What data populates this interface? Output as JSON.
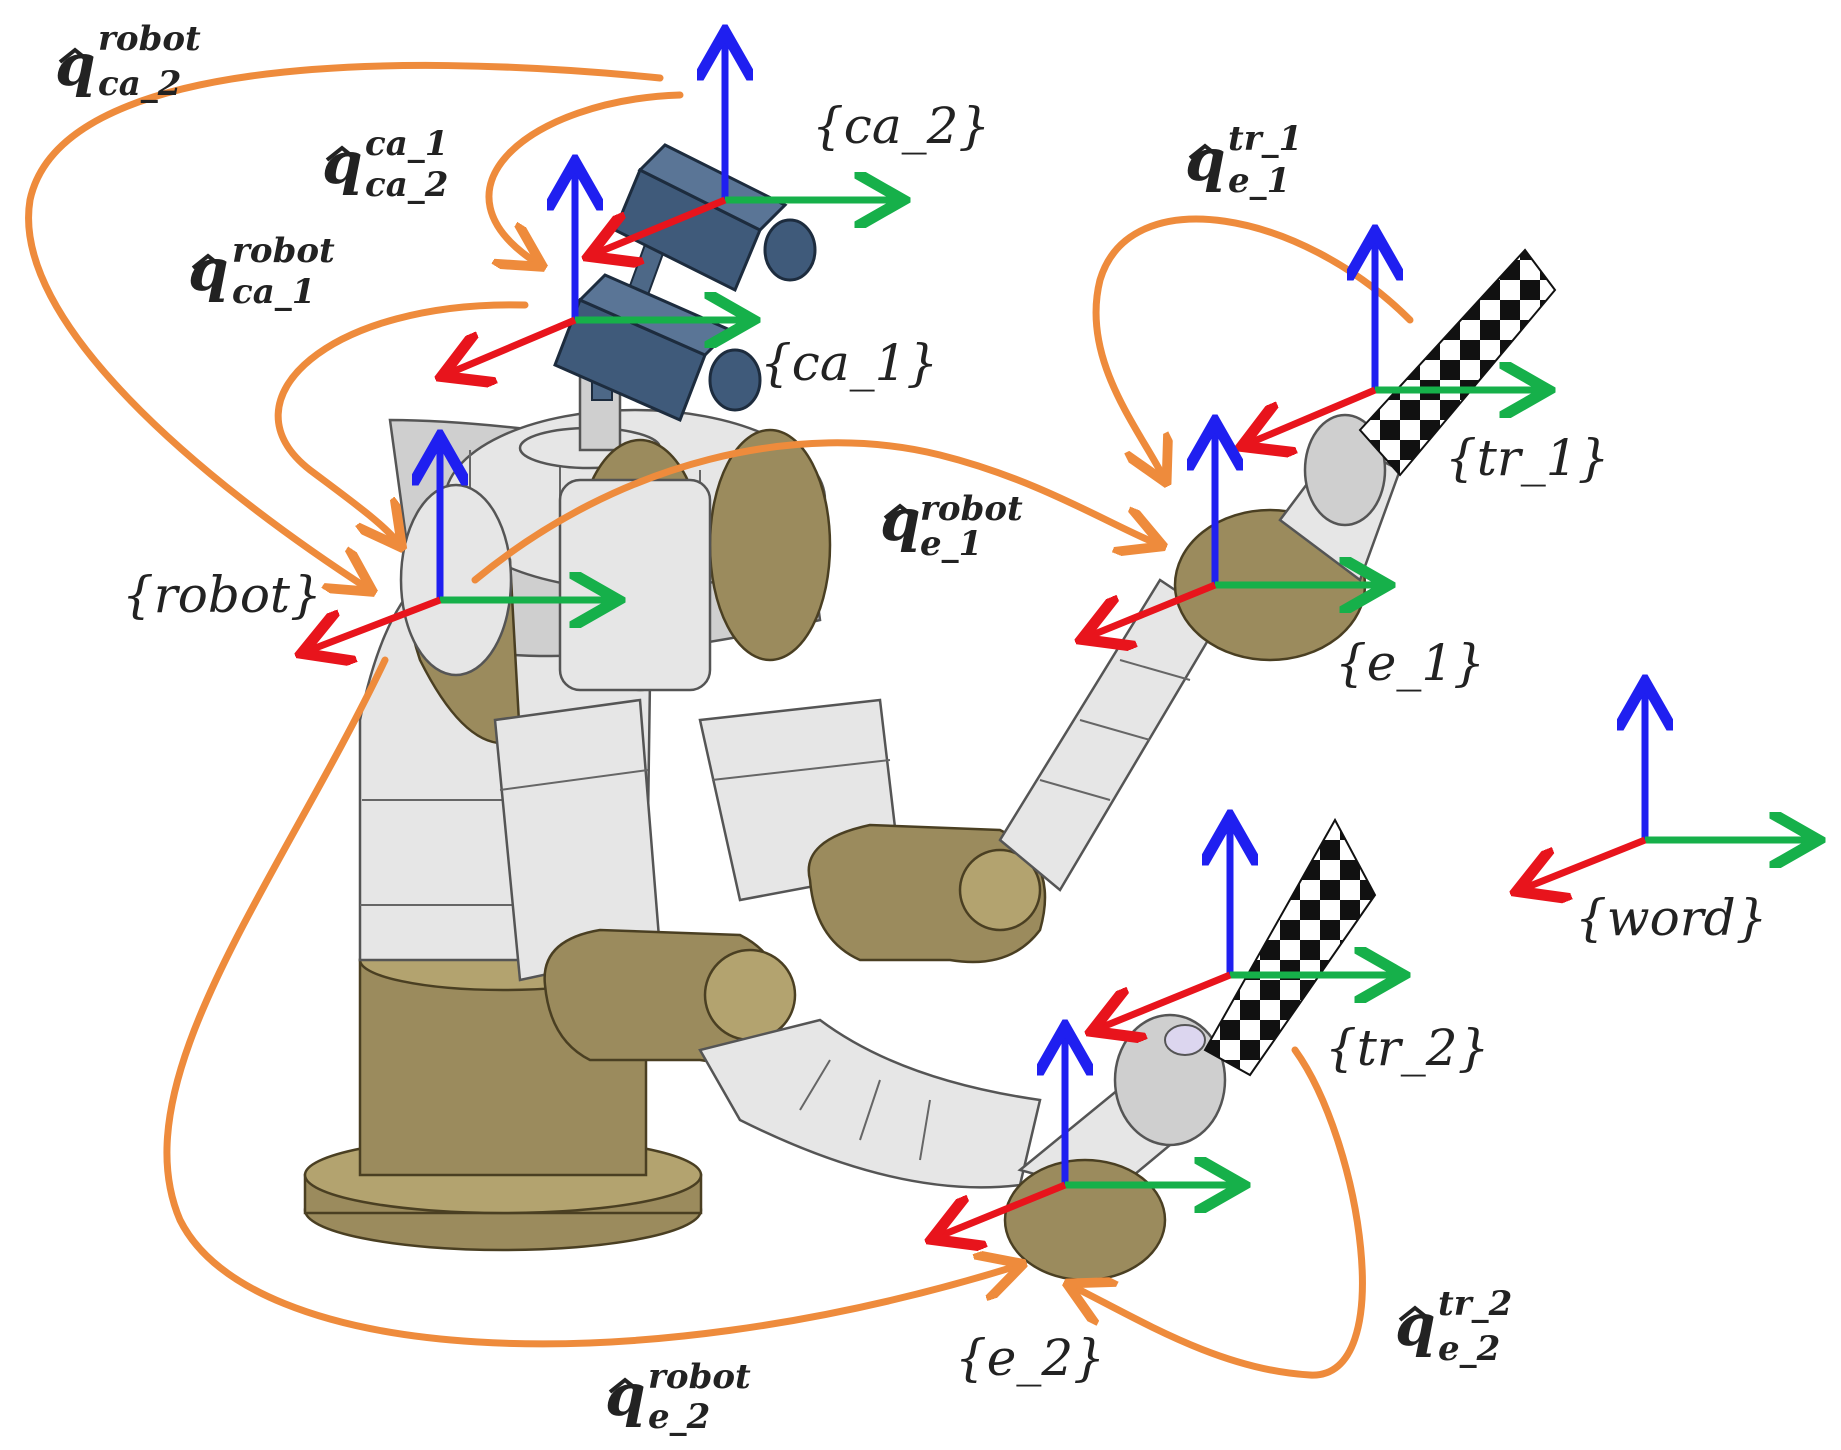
{
  "frames": [
    {
      "id": "ca_2",
      "label": "{ca_2}"
    },
    {
      "id": "ca_1",
      "label": "{ca_1}"
    },
    {
      "id": "tr_1",
      "label": "{tr_1}"
    },
    {
      "id": "robot",
      "label": "{robot}"
    },
    {
      "id": "e_1",
      "label": "{e_1}"
    },
    {
      "id": "word",
      "label": "{word}"
    },
    {
      "id": "tr_2",
      "label": "{tr_2}"
    },
    {
      "id": "e_2",
      "label": "{e_2}"
    }
  ],
  "transforms": [
    {
      "id": "q_robot_ca2",
      "symbol": "q",
      "sup": "robot",
      "sub": "ca_2"
    },
    {
      "id": "q_ca1_ca2",
      "symbol": "q",
      "sup": "ca_1",
      "sub": "ca_2"
    },
    {
      "id": "q_robot_ca1",
      "symbol": "q",
      "sup": "robot",
      "sub": "ca_1"
    },
    {
      "id": "q_tr1_e1",
      "symbol": "q",
      "sup": "tr_1",
      "sub": "e_1"
    },
    {
      "id": "q_robot_e1",
      "symbol": "q",
      "sup": "robot",
      "sub": "e_1"
    },
    {
      "id": "q_tr2_e2",
      "symbol": "q",
      "sup": "tr_2",
      "sub": "e_2"
    },
    {
      "id": "q_robot_e2",
      "symbol": "q",
      "sup": "robot",
      "sub": "e_2"
    }
  ],
  "colors": {
    "x_axis": "#e8141c",
    "y_axis": "#16b04a",
    "z_axis": "#1f1ff0",
    "transform_arrow": "#ee8b3c",
    "robot_metal": "#e6e6e6",
    "robot_bronze": "#9b8b5d",
    "camera": "#3f5a7a"
  }
}
